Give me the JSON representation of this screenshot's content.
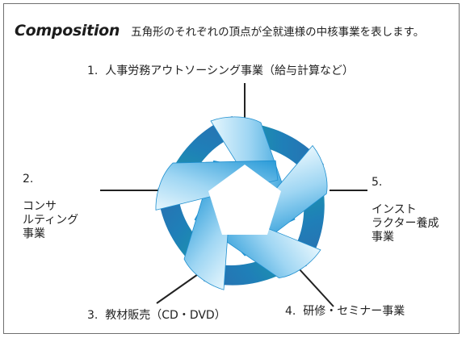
{
  "heading": {
    "title": "Composition",
    "description": "五角形のそれぞれの頂点が全就連様の中核事業を表します。"
  },
  "businesses": [
    {
      "number": "1.",
      "lines": [
        "人事労務アウトソーシング事業（給与計算など）"
      ]
    },
    {
      "number": "2.",
      "lines": [
        "コンサ",
        "ルティング",
        "事業"
      ]
    },
    {
      "number": "3.",
      "lines": [
        "教材販売（CD・DVD）"
      ]
    },
    {
      "number": "4.",
      "lines": [
        "研修・セミナー事業"
      ]
    },
    {
      "number": "5.",
      "lines": [
        "インスト",
        "ラクター養成",
        "事業"
      ]
    }
  ],
  "colors": {
    "ribbon_light": "#bfe6f7",
    "ribbon_mid": "#4fb3e4",
    "ribbon_dark": "#1a8fcf",
    "ribbon_teal": "#1a9c98",
    "line": "#222222",
    "border": "#6f6f6f"
  },
  "icons": {
    "emblem": "pentagon-ribbon-knot-emblem"
  }
}
